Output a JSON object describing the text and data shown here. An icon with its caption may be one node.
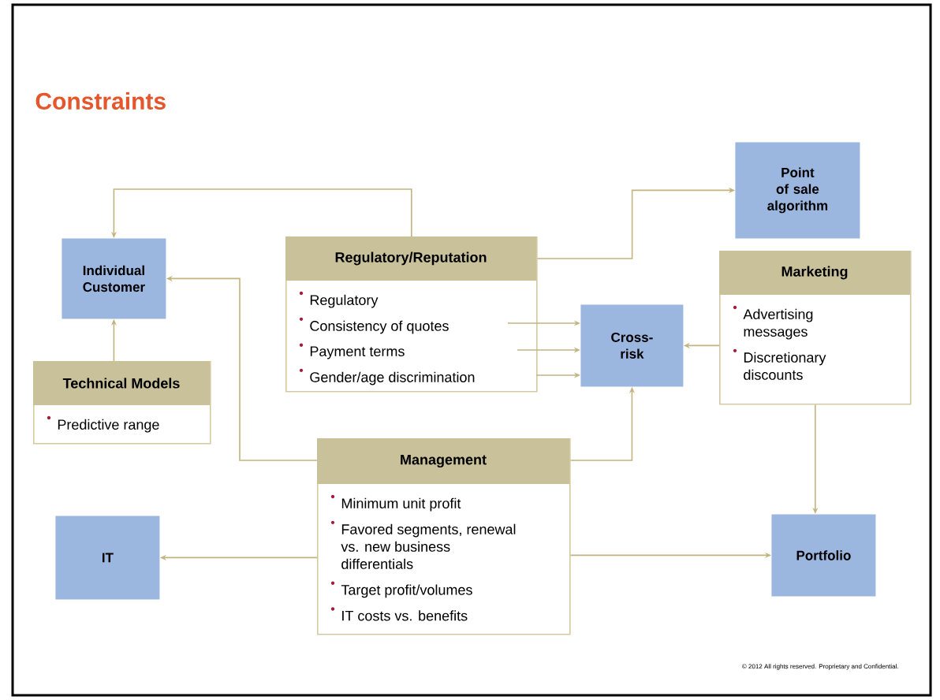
{
  "diagram": {
    "title": "Constraints",
    "nodes": [
      {
        "text": [
          "Individual Customer"
        ]
      },
      {
        "text": [
          "Regulatory/Reputation",
          "Regulatory",
          "Consistency of quotes",
          "Payment terms",
          "Gender/age discrimination"
        ]
      },
      {
        "text": [
          "Point of sale algorithm"
        ]
      },
      {
        "text": [
          "Marketing",
          "Advertising messages",
          "Discretionary discounts"
        ]
      },
      {
        "text": [
          "Cross-risk"
        ]
      },
      {
        "text": [
          "Technical Models",
          "Predictive range"
        ]
      },
      {
        "text": [
          "Management",
          "Minimum unit profit",
          "Favored segments, renewal vs. new business differentials",
          "Target profit/volumes",
          "IT costs vs. benefits"
        ]
      },
      {
        "text": [
          "IT"
        ]
      },
      {
        "text": [
          "Portfolio"
        ]
      }
    ],
    "edges": [
      {
        "from": 1,
        "to": 0,
        "arrow": "to"
      },
      {
        "from": 1,
        "to": 2,
        "arrow": "to"
      },
      {
        "from": 1,
        "to": 4,
        "arrow": "to"
      },
      {
        "from": 1,
        "to": 4,
        "arrow": "to"
      },
      {
        "from": 1,
        "to": 4,
        "arrow": "to"
      },
      {
        "from": 3,
        "to": 4,
        "arrow": "to"
      },
      {
        "from": 5,
        "to": 0,
        "arrow": "to"
      },
      {
        "from": 6,
        "to": 0,
        "arrow": "to"
      },
      {
        "from": 6,
        "to": 4,
        "arrow": "to"
      },
      {
        "from": 3,
        "to": 8,
        "arrow": "to"
      },
      {
        "from": 6,
        "to": 7,
        "arrow": "to"
      },
      {
        "from": 6,
        "to": 8,
        "arrow": "to"
      }
    ],
    "labels": [
      "© 2012 All rights reserved. Proprietary and Confidential."
    ]
  }
}
